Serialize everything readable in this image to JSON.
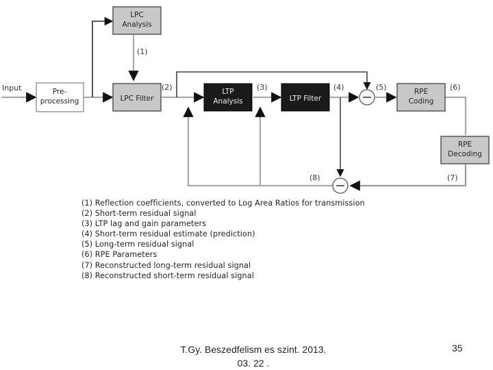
{
  "diagram": {
    "input_label": "Input",
    "blocks": {
      "preprocessing": [
        "Pre-",
        "processing"
      ],
      "lpc_analysis": [
        "LPC",
        "Analysis"
      ],
      "lpc_filter": [
        "LPC Filter"
      ],
      "ltp_analysis": [
        "LTP",
        "Analysis"
      ],
      "ltp_filter": [
        "LTP Filter"
      ],
      "rpe_coding": [
        "RPE",
        "Coding"
      ],
      "rpe_decoding": [
        "RPE",
        "Decoding"
      ]
    },
    "signal_labels": {
      "s1": "(1)",
      "s2": "(2)",
      "s3": "(3)",
      "s4": "(4)",
      "s5": "(5)",
      "s6": "(6)",
      "s7": "(7)",
      "s8": "(8)"
    },
    "colors": {
      "light_block": "#c8c8c8",
      "dark_block": "#1a1a1a",
      "line_gray": "#a0a0a0",
      "line_dark": "#333333"
    }
  },
  "legend": [
    "(1) Reflection coefficients, converted to Log Area Ratios for transmission",
    "(2) Short-term residual signal",
    "(3) LTP lag and gain parameters",
    "(4) Short-term residual estimate (prediction)",
    "(5) Long-term residual signal",
    "(6) RPE Parameters",
    "(7) Reconstructed long-term residual signal",
    "(8) Reconstructed short-term residual signal"
  ],
  "footer": {
    "title_line1": "T.Gy. Beszedfelism es szint. 2013.",
    "title_line2": "03. 22 .",
    "page_number": "35"
  }
}
